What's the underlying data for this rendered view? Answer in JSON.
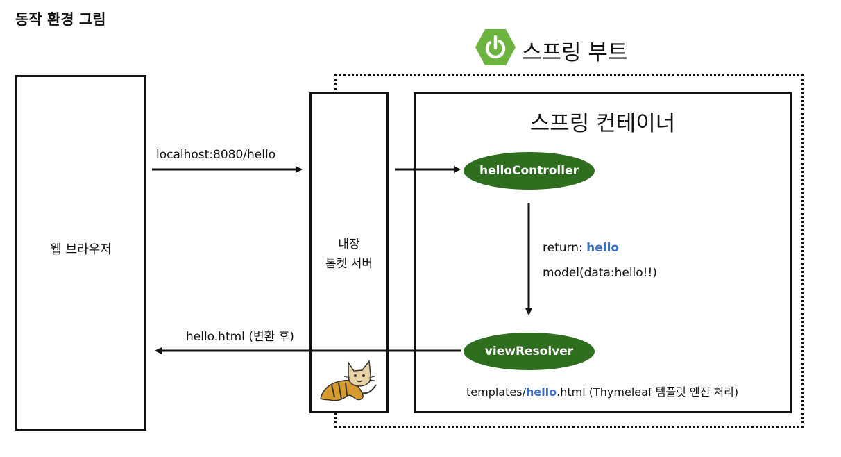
{
  "title": "동작 환경 그림",
  "spring_boot": {
    "label": "스프링 부트",
    "logo_icon": "power-icon",
    "logo_color": "#6db33f"
  },
  "web_browser": {
    "label": "웹 브라우저"
  },
  "tomcat": {
    "line1": "내장",
    "line2": "톰켓 서버",
    "logo_icon": "tomcat-cat-icon"
  },
  "spring_container": {
    "label": "스프링 컨테이너"
  },
  "nodes": {
    "controller": "helloController",
    "view_resolver": "viewResolver",
    "node_color": "#2f6e1f"
  },
  "edges": {
    "request_url": "localhost:8080/hello",
    "return_prefix": "return: ",
    "return_value": "hello",
    "model": "model(data:hello!!)",
    "response": "hello.html (변환 후)"
  },
  "template": {
    "prefix": "templates/",
    "highlight": "hello",
    "suffix": ".html (Thymeleaf 템플릿 엔진 처리)",
    "highlight_color": "#3b6fc4"
  }
}
